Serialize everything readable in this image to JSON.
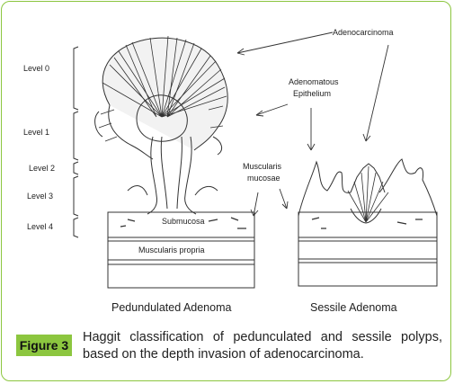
{
  "levels": [
    "Level 0",
    "Level 1",
    "Level 2",
    "Level 3",
    "Level 4"
  ],
  "labels": {
    "adenocarcinoma": "Adenocarcinoma",
    "adenomatous_epithelium": [
      "Adenomatous",
      "Epithelium"
    ],
    "muscularis_mucosae": [
      "Muscularis",
      "mucosae"
    ],
    "submucosa": "Submucosa",
    "muscularis_propria": "Muscularis propria"
  },
  "titles": {
    "pedunculated": "Pedundulated Adenoma",
    "sessile": "Sessile Adenoma"
  },
  "caption": {
    "badge": "Figure 3",
    "text": "Haggit classification of pedunculated and sessile polyps, based on the depth invasion of adenocarcinoma."
  },
  "colors": {
    "border": "#8cc63f",
    "badge": "#8cc63f",
    "ink": "#222222"
  }
}
